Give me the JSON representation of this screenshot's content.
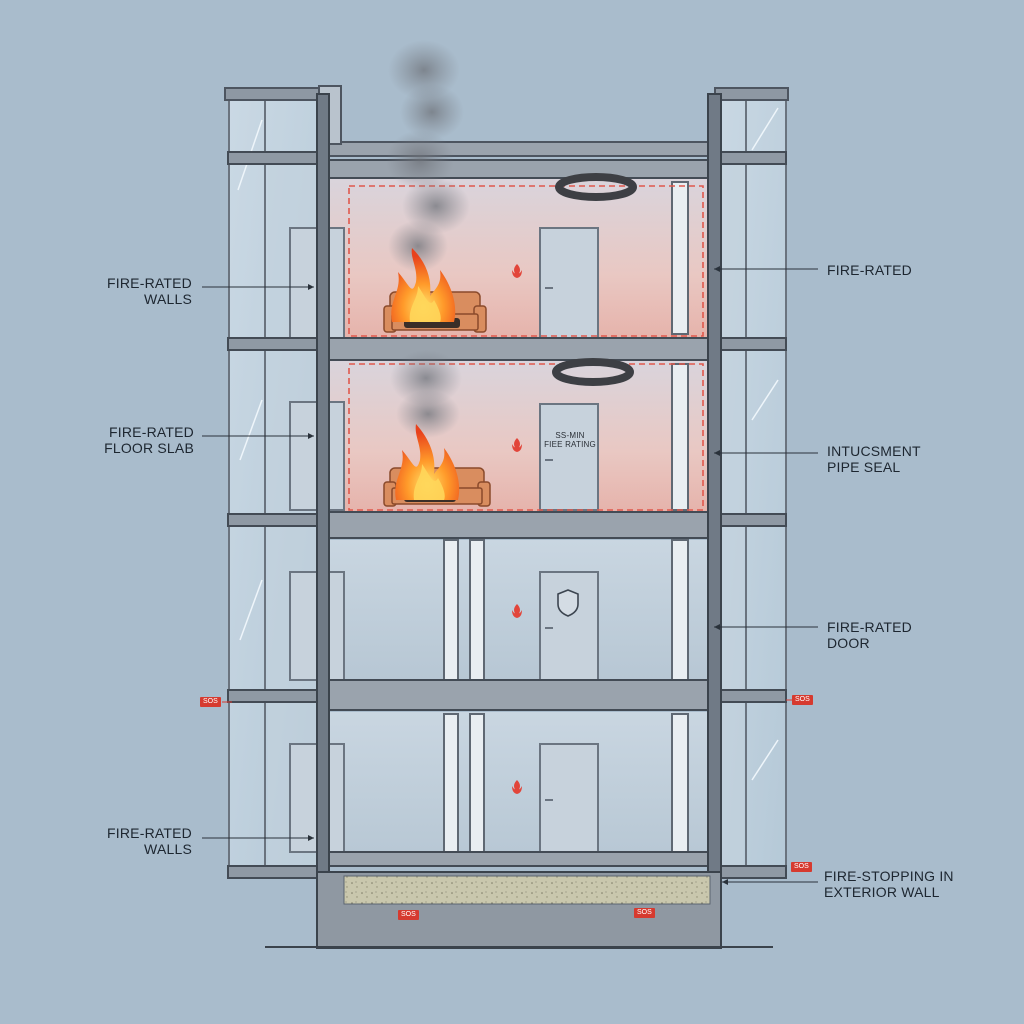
{
  "callouts": {
    "left_top": {
      "line1": "FIRE-RATED",
      "line2": "WALLS"
    },
    "left_mid": {
      "line1": "FIRE-RATED",
      "line2": "FLOOR SLAB"
    },
    "left_bottom": {
      "line1": "FIRE-RATED",
      "line2": "WALLS"
    },
    "right_top": {
      "line1": "FIRE-RATED"
    },
    "right_pipe": {
      "line1": "INTUCSMENT",
      "line2": "PIPE SEAL"
    },
    "right_door": {
      "line1": "FIRE-RATED",
      "line2": "DOOR"
    },
    "right_bottom": {
      "line1": "FIRE-STOPPING IN",
      "line2": "EXTERIOR WALL"
    }
  },
  "door_sign": {
    "line1": "SS-MIN",
    "line2": "FIEE RATING"
  },
  "tags": {
    "left_mid": "SOS",
    "right_mid": "SOS",
    "right_low": "SOS",
    "found_left": "SOS",
    "found_right": "SOS"
  },
  "colors": {
    "background": "#a9bccc",
    "frame": "#5b6470",
    "fire_zone_dash": "#e0584c",
    "flame": "#f26a22",
    "tag": "#d63a2f"
  },
  "icons": [
    "flame-icon",
    "fire-alarm-icon",
    "shield-icon",
    "smoke-plume-icon",
    "sofa-icon",
    "door-icon",
    "pipe-seal-icon"
  ]
}
